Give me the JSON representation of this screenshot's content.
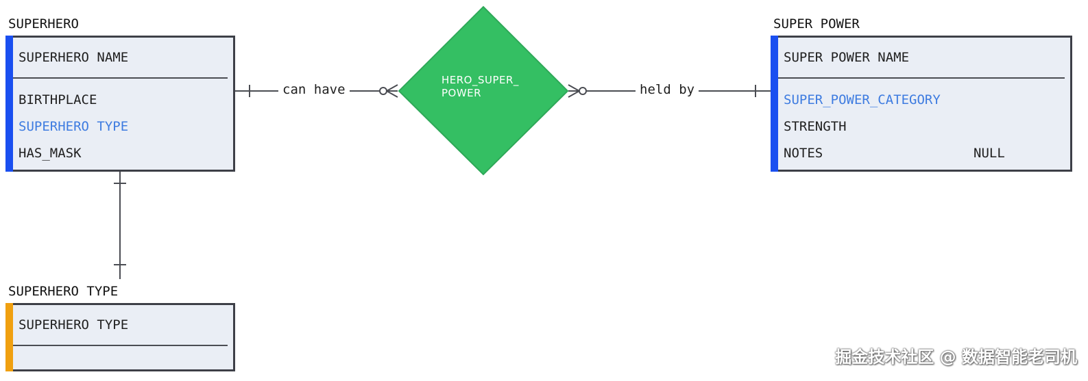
{
  "colors": {
    "entity_fill": "#eaeef5",
    "entity_border": "#3d3f47",
    "accent_blue": "#1a4ff0",
    "accent_orange": "#f0a010",
    "fk_text": "#3d7be0",
    "diamond": "#34bf63"
  },
  "entities": {
    "superhero": {
      "title": "SUPERHERO",
      "pk": "SUPERHERO NAME",
      "attrs": [
        "BIRTHPLACE",
        "SUPERHERO TYPE",
        "HAS_MASK"
      ]
    },
    "superhero_type": {
      "title": "SUPERHERO TYPE",
      "pk": "SUPERHERO TYPE"
    },
    "super_power": {
      "title": "SUPER POWER",
      "pk": "SUPER POWER NAME",
      "attrs": [
        "SUPER_POWER_CATEGORY",
        "STRENGTH",
        "NOTES"
      ],
      "notes_extra": "NULL"
    }
  },
  "relationship": {
    "name_line1": "HERO_SUPER_",
    "name_line2": "POWER",
    "left_label": "can have",
    "right_label": "held by"
  },
  "watermark": "掘金技术社区 @ 数据智能老司机"
}
